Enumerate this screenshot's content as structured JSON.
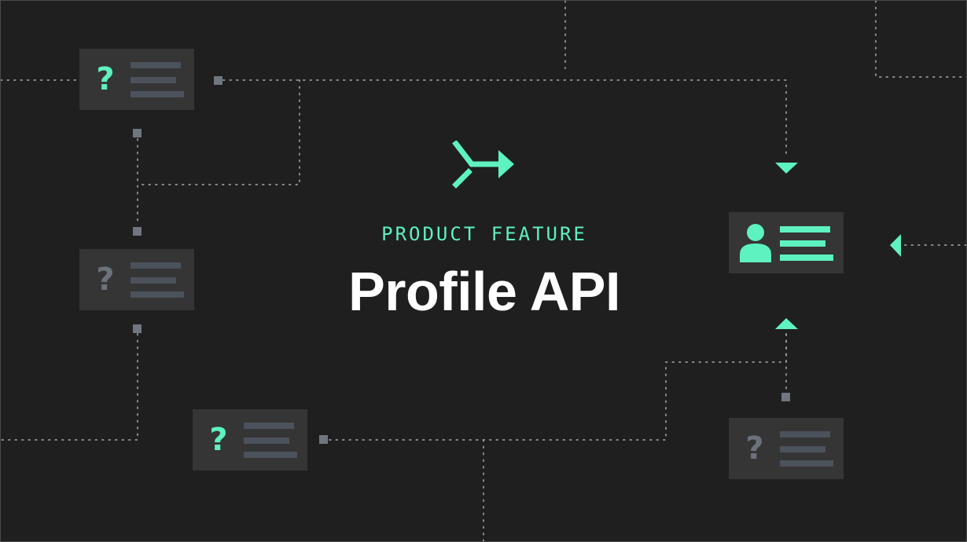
{
  "hero": {
    "eyebrow": "PRODUCT FEATURE",
    "title": "Profile API"
  },
  "cards": [
    {
      "id": "card-top-left",
      "glyph": "?",
      "state": "active"
    },
    {
      "id": "card-mid-left",
      "glyph": "?",
      "state": "inactive"
    },
    {
      "id": "card-bottom-mid",
      "glyph": "?",
      "state": "active"
    },
    {
      "id": "card-bottom-right",
      "glyph": "?",
      "state": "inactive"
    }
  ],
  "icons": {
    "merge": "merge-arrow-icon",
    "profile": "user-icon",
    "question": "question-mark-icon"
  },
  "colors": {
    "background": "#1f1f1f",
    "accent": "#5ef2c0",
    "card": "#353535",
    "muted": "#6c727b"
  }
}
